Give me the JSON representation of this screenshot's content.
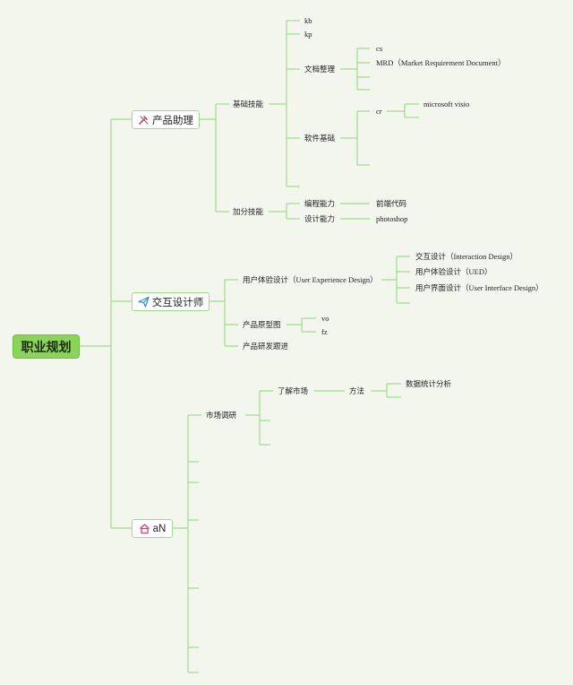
{
  "root": "职业规划",
  "branches": {
    "pm": {
      "label": "产品助理",
      "icon": "tools-icon",
      "basic": {
        "label": "基础技能",
        "kb": "kb",
        "kp": "kp",
        "docs": {
          "label": "文档整理",
          "cs": "cs",
          "mrd": "MRD（Market Requirement Document）"
        },
        "software": {
          "label": "软件基础",
          "cr": "cr",
          "visio": "microsoft visio"
        }
      },
      "bonus": {
        "label": "加分技能",
        "coding": {
          "label": "编程能力",
          "frontend": "前端代码"
        },
        "design": {
          "label": "设计能力",
          "photoshop": "photoshop"
        }
      }
    },
    "ixd": {
      "label": "交互设计师",
      "icon": "paper-plane-icon",
      "ux": {
        "label": "用户体验设计（User Experience Design）",
        "interaction": "交互设计（Interaction Design）",
        "ued": "用户体验设计（UED）",
        "ui": "用户界面设计（User Interface  Design）"
      },
      "prototype": {
        "label": "产品原型图",
        "vo": "vo",
        "fz": "fz"
      },
      "rd": "产品研发跟进"
    },
    "an": {
      "label": "aN",
      "icon": "house-icon",
      "research": {
        "label": "市场调研",
        "market": {
          "label": "了解市场",
          "method": {
            "label": "方法",
            "stats": "数据统计分析"
          }
        }
      }
    }
  },
  "colors": {
    "connector": "#9fdb8e",
    "root_fill": "#8ad45a",
    "background": "#f3f6ec"
  }
}
